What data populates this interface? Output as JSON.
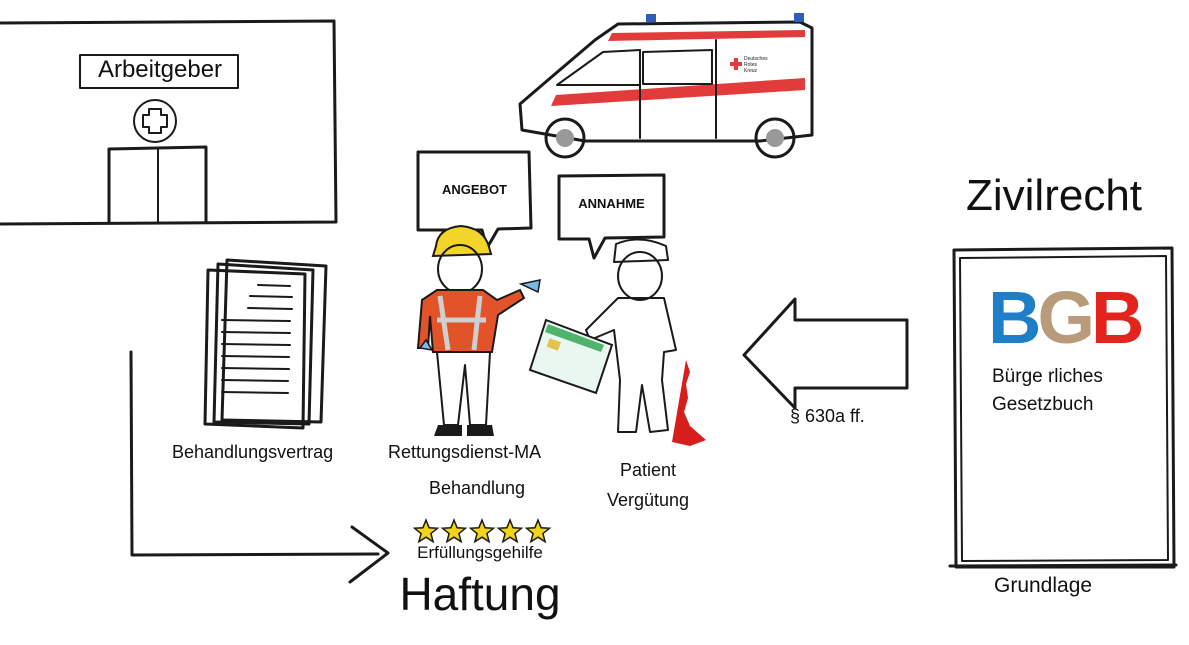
{
  "employer": {
    "label": "Arbeitgeber",
    "icon": "medical-cross-icon"
  },
  "bubbles": {
    "offer": "ANGEBOT",
    "acceptance": "ANNAHME"
  },
  "ambulance": {
    "brand_lines": [
      "Deutsches",
      "Rotes",
      "Kreuz"
    ]
  },
  "contract": {
    "label": "Behandlungsvertrag"
  },
  "rescuer": {
    "label": "Rettungsdienst-MA",
    "sub_label": "Behandlung"
  },
  "patient": {
    "label": "Patient",
    "sub_label": "Vergütung"
  },
  "liability": {
    "stars": 5,
    "sub_label": "Erfüllungsgehilfe",
    "title": "Haftung"
  },
  "law": {
    "heading": "Zivilrecht",
    "book": {
      "letters": [
        "B",
        "G",
        "B"
      ],
      "title_line1": "Bürge rliches",
      "title_line2": "Gesetzbuch"
    },
    "paragraph": "§ 630a ff.",
    "base_label": "Grundlage"
  },
  "colors": {
    "bgb_b1": "#1e7fc8",
    "bgb_g": "#b99a7a",
    "bgb_b2": "#e2241d",
    "star": "#f2d31b",
    "ambulance_stripe": "#e23b3b",
    "blood": "#d81d1d",
    "uniform": "#e2532a"
  }
}
